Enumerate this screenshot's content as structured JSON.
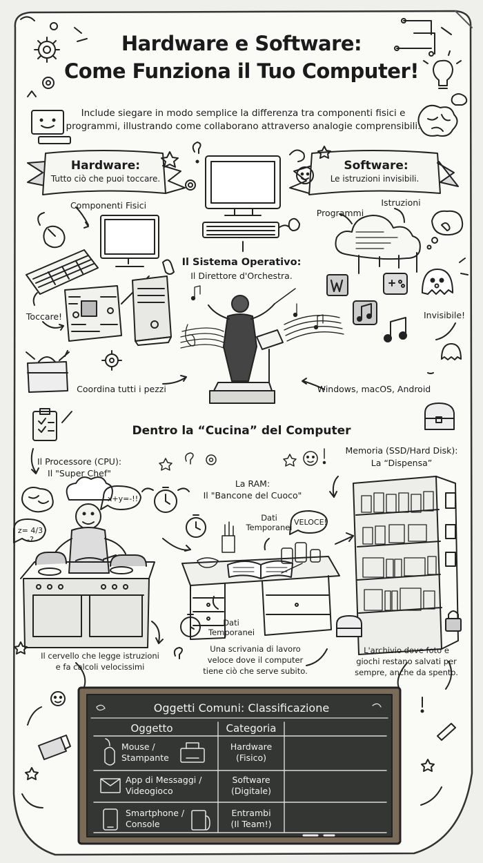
{
  "header": {
    "title_line1": "Hardware e Software:",
    "title_line2": "Come Funziona il Tuo Computer!",
    "subtitle_line1": "Include siegare in modo semplice la differenza tra componenti fisici e",
    "subtitle_line2": "programmi, illustrando come collaborano attraverso analogie comprensibili."
  },
  "hardware": {
    "banner_title": "Hardware:",
    "banner_sub": "Tutto ciò che puoi toccare.",
    "label_components": "Componenti Fisici",
    "label_touch": "Toccare!"
  },
  "software": {
    "banner_title": "Software:",
    "banner_sub": "Le istruzioni invisibili.",
    "label_programs": "Programmi",
    "label_instructions": "Istruzioni",
    "label_invisible": "Invisibile!"
  },
  "os": {
    "title": "Il Sistema Operativo:",
    "subtitle": "Il Direttore d'Orchestra.",
    "left_caption": "Coordina tutti i pezzi",
    "right_caption": "Windows, macOS, Android"
  },
  "kitchen": {
    "title": "Dentro la “Cucina” del Computer",
    "cpu_title": "Il Processore (CPU):",
    "cpu_sub": "Il \"Super Chef\"",
    "cpu_bubble1": "x+y=-!!",
    "cpu_bubble2": "z= 4/3 -?",
    "cpu_caption_line1": "Il cervello che legge istruzioni",
    "cpu_caption_line2": "e fa calcoli velocissimi",
    "ram_title": "La RAM:",
    "ram_sub": "Il \"Bancone del Cuoco\"",
    "ram_label_top": "Dati Temporanei",
    "ram_bubble": "VELOCE!",
    "ram_label_bottom": "Dati Temporanei",
    "ram_caption_line1": "Una scrivania di lavoro",
    "ram_caption_line2": "veloce dove il computer",
    "ram_caption_line3": "tiene ciò che serve subito.",
    "storage_title": "Memoria (SSD/Hard Disk):",
    "storage_sub": "La “Dispensa”",
    "storage_caption_line1": "L'archivio dove foto e",
    "storage_caption_line2": "giochi restano salvati per",
    "storage_caption_line3": "sempre, anche da spento."
  },
  "board": {
    "title": "Oggetti Comuni: Classificazione",
    "col_object": "Oggetto",
    "col_category": "Categoria",
    "rows": [
      {
        "obj1": "Mouse /",
        "obj2": "Stampante",
        "cat1": "Hardware",
        "cat2": "(Fisico)"
      },
      {
        "obj1": "App di Messaggi /",
        "obj2": "Videogioco",
        "cat1": "Software",
        "cat2": "(Digitale)"
      },
      {
        "obj1": "Smartphone /",
        "obj2": "Console",
        "cat1": "Entrambi",
        "cat2": "(Il Team!)"
      }
    ]
  },
  "icons": [
    "gear-icon",
    "smiley-computer-icon",
    "lightbulb-icon",
    "brain-icon",
    "monitor-icon",
    "keyboard-icon",
    "mouse-icon",
    "motherboard-icon",
    "tower-icon",
    "toolbox-icon",
    "cloud-icon",
    "word-icon",
    "music-icon",
    "gamepad-icon",
    "ghost-icon",
    "conductor-icon",
    "treasure-chest-icon",
    "clipboard-icon",
    "chef-icon",
    "stove-icon",
    "stopwatch-icon",
    "desk-icon",
    "book-icon",
    "shelf-icon",
    "padlock-icon",
    "printer-icon",
    "envelope-icon",
    "phone-icon",
    "console-icon",
    "usb-icon"
  ]
}
